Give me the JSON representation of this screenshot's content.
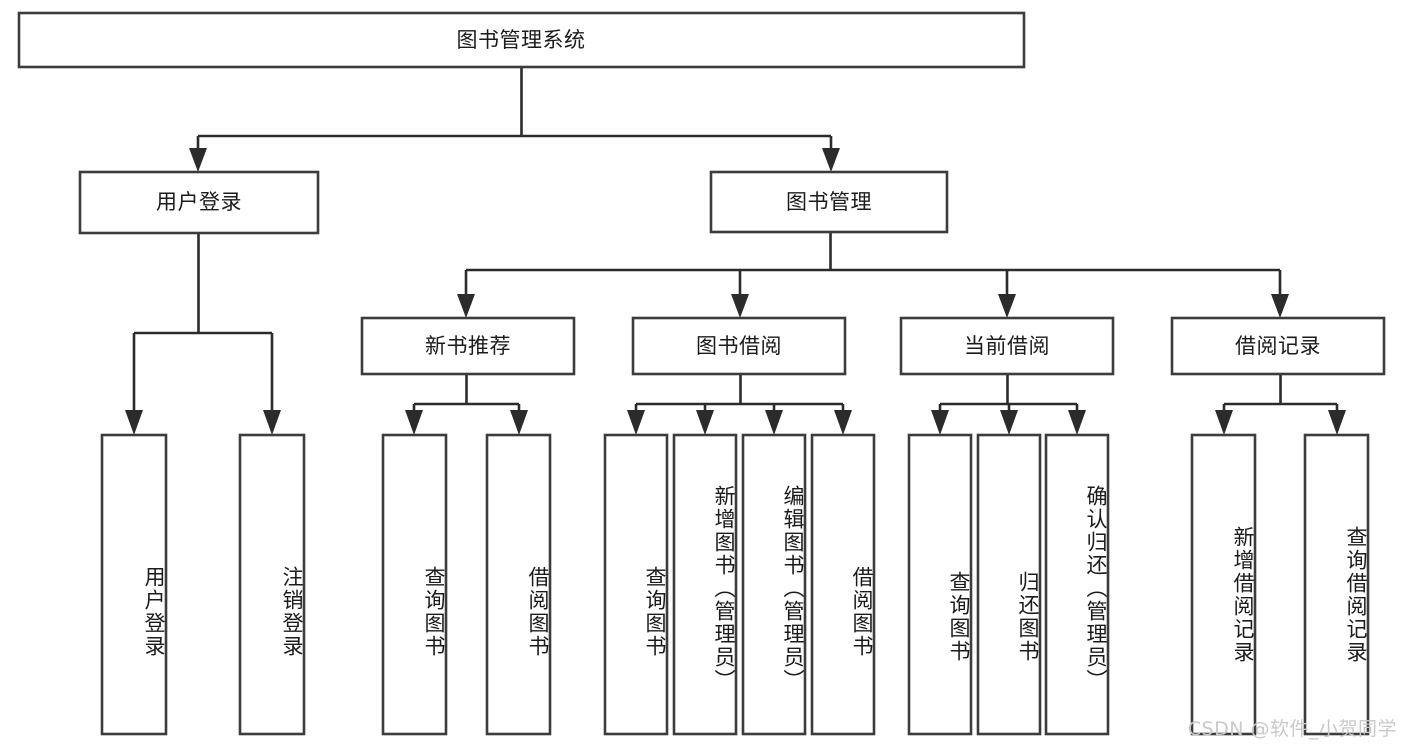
{
  "diagram": {
    "title": "图书管理系统",
    "type": "tree",
    "orientation": "top-down",
    "background_color": "#ffffff",
    "box_stroke_color": "#3c3c3c",
    "connector_color": "#2b2b2b",
    "label_color": "#1b1b1b"
  },
  "root": {
    "label": "图书管理系统"
  },
  "level2": [
    {
      "label": "用户登录"
    },
    {
      "label": "图书管理"
    }
  ],
  "level3": [
    {
      "label": "新书推荐"
    },
    {
      "label": "图书借阅"
    },
    {
      "label": "当前借阅"
    },
    {
      "label": "借阅记录"
    }
  ],
  "leaves": {
    "user_login": [
      {
        "label": "用户登录"
      },
      {
        "label": "注销登录"
      }
    ],
    "new_book_recommend": [
      {
        "label": "查询图书"
      },
      {
        "label": "借阅图书"
      }
    ],
    "book_borrow": [
      {
        "label": "查询图书"
      },
      {
        "label": "新增图书（管理员）"
      },
      {
        "label": "编辑图书（管理员）"
      },
      {
        "label": "借阅图书"
      }
    ],
    "current_borrow": [
      {
        "label": "查询图书"
      },
      {
        "label": "归还图书"
      },
      {
        "label": "确认归还（管理员）"
      }
    ],
    "borrow_record": [
      {
        "label": "新增借阅记录"
      },
      {
        "label": "查询借阅记录"
      }
    ]
  },
  "watermark": {
    "text": "CSDN @软件_小贺同学"
  }
}
